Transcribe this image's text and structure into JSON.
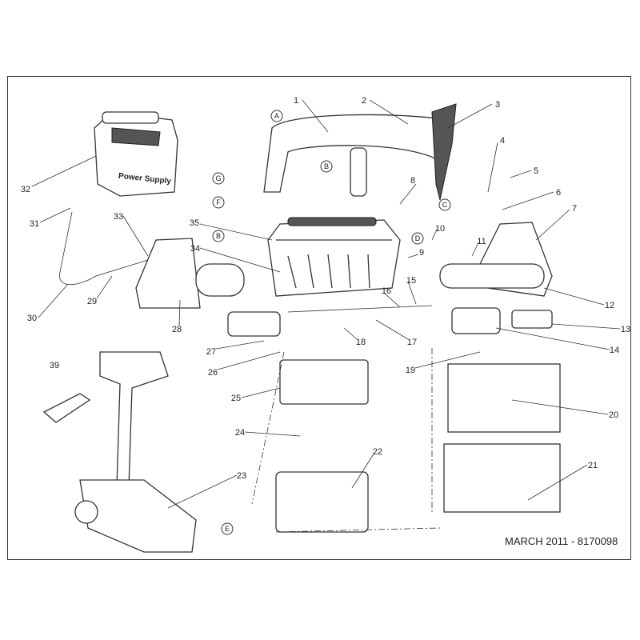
{
  "diagram": {
    "callouts": [
      "1",
      "2",
      "3",
      "4",
      "5",
      "6",
      "7",
      "8",
      "9",
      "10",
      "11",
      "12",
      "13",
      "14",
      "15",
      "16",
      "17",
      "18",
      "19",
      "20",
      "21",
      "22",
      "23",
      "24",
      "25",
      "26",
      "27",
      "28",
      "29",
      "30",
      "31",
      "32",
      "33",
      "34",
      "35",
      "39"
    ],
    "detail_letters": [
      "A",
      "B",
      "G",
      "F",
      "B",
      "C",
      "D",
      "E"
    ],
    "power_supply_label": "Power Supply"
  },
  "footer": {
    "text": "MARCH 2011 -  8170098"
  }
}
